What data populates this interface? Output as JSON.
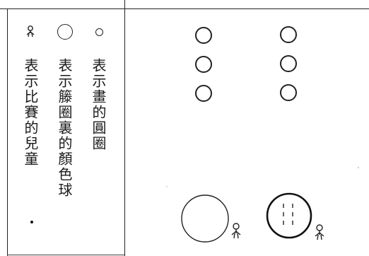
{
  "legend": {
    "child": {
      "icon": "child-figure-icon",
      "text": "表示比賽的兒童"
    },
    "ball": {
      "icon": "ball-icon",
      "text": "表示籐圈裏的顏色球"
    },
    "circle": {
      "icon": "circle-icon",
      "text": "表示畫的圓圈"
    }
  },
  "diagram": {
    "ball_columns": 2,
    "balls_per_column": 3,
    "player_count": 2
  }
}
